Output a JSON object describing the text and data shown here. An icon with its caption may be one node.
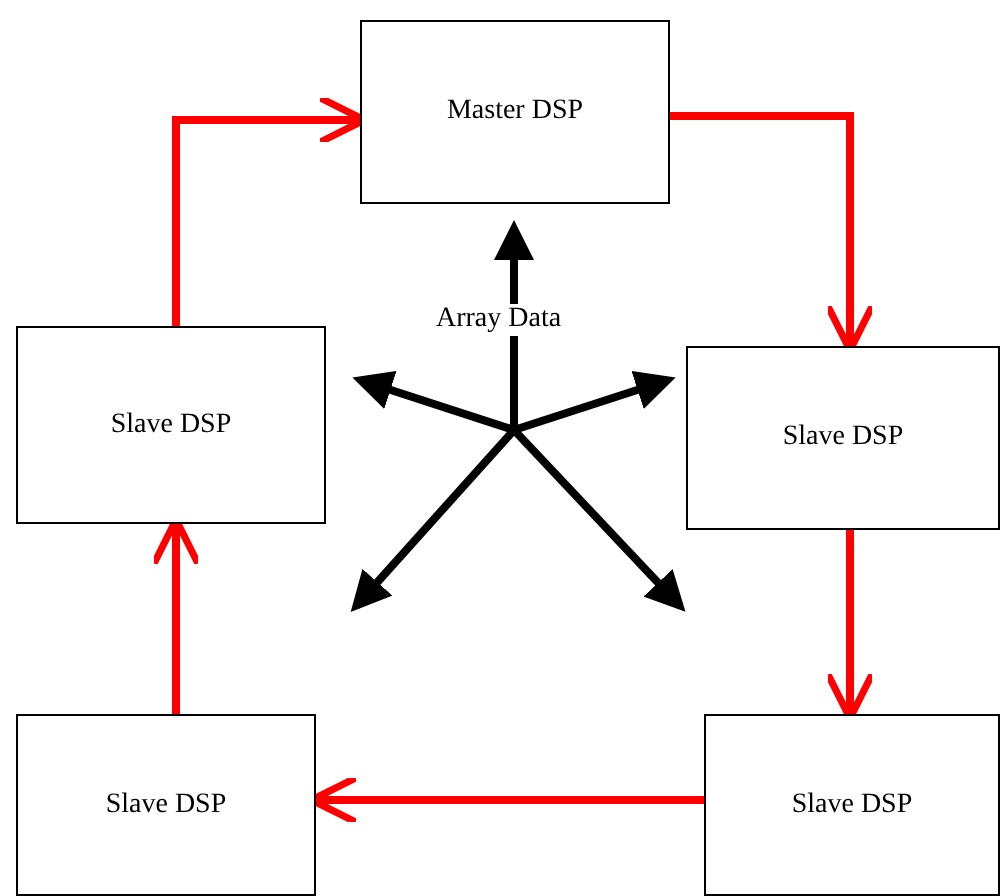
{
  "diagram": {
    "nodes": [
      {
        "text": [
          "Master DSP"
        ]
      },
      {
        "text": [
          "Slave DSP"
        ]
      },
      {
        "text": [
          "Slave DSP"
        ]
      },
      {
        "text": [
          "Slave DSP"
        ]
      },
      {
        "text": [
          "Slave DSP"
        ]
      }
    ],
    "edges": [
      {
        "from": 0,
        "to": 2,
        "arrow": "to"
      },
      {
        "from": 2,
        "to": 4,
        "arrow": "to"
      },
      {
        "from": 4,
        "to": 3,
        "arrow": "to"
      },
      {
        "from": 3,
        "to": 1,
        "arrow": "to"
      },
      {
        "from": 1,
        "to": 0,
        "arrow": "to"
      }
    ],
    "labels": [
      "Array Data"
    ]
  }
}
